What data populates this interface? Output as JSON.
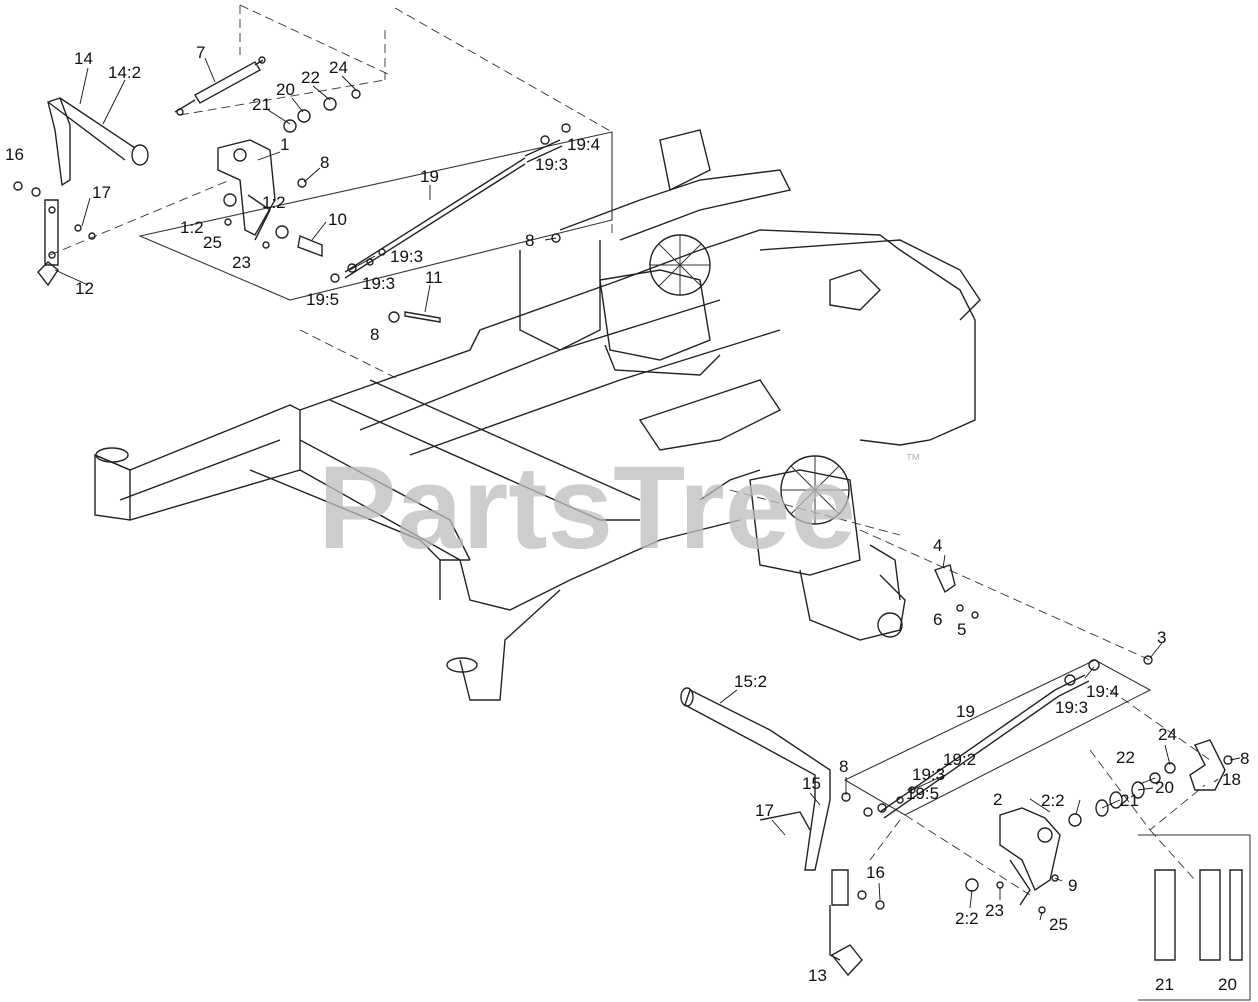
{
  "watermark": {
    "brand": "PartsTree",
    "trademark": "™"
  },
  "callouts": [
    {
      "id": "c14",
      "text": "14"
    },
    {
      "id": "c14_2",
      "text": "14:2"
    },
    {
      "id": "c7",
      "text": "7"
    },
    {
      "id": "c24a",
      "text": "24"
    },
    {
      "id": "c22a",
      "text": "22"
    },
    {
      "id": "c20a",
      "text": "20"
    },
    {
      "id": "c21a",
      "text": "21"
    },
    {
      "id": "c1",
      "text": "1"
    },
    {
      "id": "c8a",
      "text": "8"
    },
    {
      "id": "c16a",
      "text": "16"
    },
    {
      "id": "c17a",
      "text": "17"
    },
    {
      "id": "c1_2a",
      "text": "1:2"
    },
    {
      "id": "c1_2b",
      "text": "1:2"
    },
    {
      "id": "c25a",
      "text": "25"
    },
    {
      "id": "c23a",
      "text": "23"
    },
    {
      "id": "c10",
      "text": "10"
    },
    {
      "id": "c12",
      "text": "12"
    },
    {
      "id": "c19a",
      "text": "19"
    },
    {
      "id": "c19_4a",
      "text": "19:4"
    },
    {
      "id": "c19_3a",
      "text": "19:3"
    },
    {
      "id": "c19_3b",
      "text": "19:3"
    },
    {
      "id": "c19_3c",
      "text": "19:3"
    },
    {
      "id": "c19_5a",
      "text": "19:5"
    },
    {
      "id": "c11",
      "text": "11"
    },
    {
      "id": "c8b",
      "text": "8"
    },
    {
      "id": "c8c",
      "text": "8"
    },
    {
      "id": "c4",
      "text": "4"
    },
    {
      "id": "c6",
      "text": "6"
    },
    {
      "id": "c5",
      "text": "5"
    },
    {
      "id": "c3",
      "text": "3"
    },
    {
      "id": "c15_2",
      "text": "15:2"
    },
    {
      "id": "c19b",
      "text": "19"
    },
    {
      "id": "c19_4b",
      "text": "19:4"
    },
    {
      "id": "c19_3d",
      "text": "19:3"
    },
    {
      "id": "c24b",
      "text": "24"
    },
    {
      "id": "c8d",
      "text": "8"
    },
    {
      "id": "c22b",
      "text": "22"
    },
    {
      "id": "c19_2",
      "text": "19:2"
    },
    {
      "id": "c19_3e",
      "text": "19:3"
    },
    {
      "id": "c19_5b",
      "text": "19:5"
    },
    {
      "id": "c2_2a",
      "text": "2:2"
    },
    {
      "id": "c2",
      "text": "2"
    },
    {
      "id": "c20b",
      "text": "20"
    },
    {
      "id": "c21b",
      "text": "21"
    },
    {
      "id": "c18",
      "text": "18"
    },
    {
      "id": "c15",
      "text": "15"
    },
    {
      "id": "c17b",
      "text": "17"
    },
    {
      "id": "c8e",
      "text": "8"
    },
    {
      "id": "c16b",
      "text": "16"
    },
    {
      "id": "c9",
      "text": "9"
    },
    {
      "id": "c2_2b",
      "text": "2:2"
    },
    {
      "id": "c23b",
      "text": "23"
    },
    {
      "id": "c25b",
      "text": "25"
    },
    {
      "id": "c13",
      "text": "13"
    },
    {
      "id": "c21c",
      "text": "21"
    },
    {
      "id": "c20c",
      "text": "20"
    }
  ]
}
